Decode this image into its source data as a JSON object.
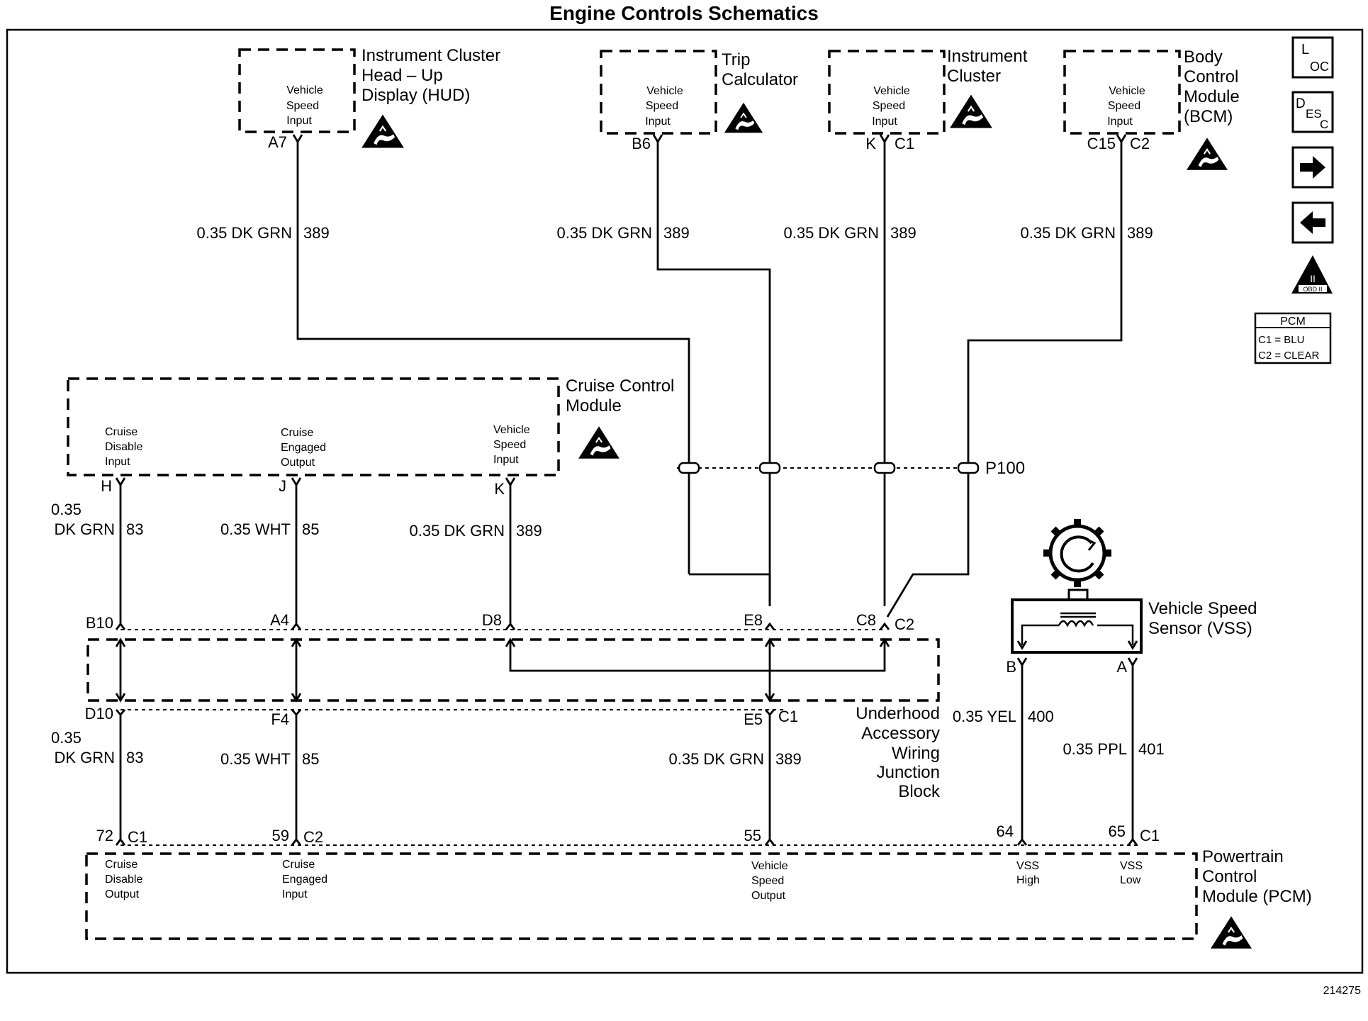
{
  "title": "Engine Controls Schematics",
  "figure_number": "214275",
  "nav": {
    "loc": {
      "main": "L",
      "sub": "OC"
    },
    "desc": {
      "main": "D",
      "sub": "ES",
      "sub2": "C"
    },
    "obd": "OBD II",
    "obd_roman": "II"
  },
  "pcm_legend": {
    "title": "PCM",
    "c1": "C1 = BLU",
    "c2": "C2 = CLEAR"
  },
  "components": {
    "hud": {
      "name_lines": [
        "Instrument Cluster",
        "Head – Up",
        "Display (HUD)"
      ],
      "input_lines": [
        "Vehicle",
        "Speed",
        "Input"
      ],
      "pin": "A7"
    },
    "trip": {
      "name_lines": [
        "Trip",
        "Calculator"
      ],
      "input_lines": [
        "Vehicle",
        "Speed",
        "Input"
      ],
      "pin": "B6"
    },
    "ic": {
      "name_lines": [
        "Instrument",
        "Cluster"
      ],
      "input_lines": [
        "Vehicle",
        "Speed",
        "Input"
      ],
      "pin": "K",
      "conn": "C1"
    },
    "bcm": {
      "name_lines": [
        "Body",
        "Control",
        "Module",
        "(BCM)"
      ],
      "input_lines": [
        "Vehicle",
        "Speed",
        "Input"
      ],
      "pin": "C15",
      "conn": "C2"
    },
    "ccm": {
      "name_lines": [
        "Cruise Control",
        "Module"
      ],
      "inputs": [
        {
          "lines": [
            "Cruise",
            "Disable",
            "Input"
          ],
          "pin": "H"
        },
        {
          "lines": [
            "Cruise",
            "Engaged",
            "Output"
          ],
          "pin": "J"
        },
        {
          "lines": [
            "Vehicle",
            "Speed",
            "Input"
          ],
          "pin": "K"
        }
      ]
    },
    "vss": {
      "name_lines": [
        "Vehicle Speed",
        "Sensor (VSS)"
      ],
      "pin_b": "B",
      "pin_a": "A"
    },
    "junction": {
      "name_lines": [
        "Underhood",
        "Accessory",
        "Wiring",
        "Junction",
        "Block"
      ],
      "top_pins": {
        "b10": "B10",
        "a4": "A4",
        "d8": "D8",
        "e8": "E8",
        "c8": "C8",
        "c2": "C2"
      },
      "bottom_pins": {
        "d10": "D10",
        "f4": "F4",
        "e5": "E5",
        "c1": "C1"
      }
    },
    "splice": "P100",
    "pcm": {
      "name_lines": [
        "Powertrain",
        "Control",
        "Module (PCM)"
      ],
      "inputs": [
        {
          "lines": [
            "Cruise",
            "Disable",
            "Output"
          ],
          "pin": "72",
          "conn": "C1"
        },
        {
          "lines": [
            "Cruise",
            "Engaged",
            "Input"
          ],
          "pin": "59",
          "conn": "C2"
        },
        {
          "lines": [
            "Vehicle",
            "Speed",
            "Output"
          ],
          "pin": "55"
        },
        {
          "lines": [
            "VSS",
            "High"
          ],
          "pin": "64"
        },
        {
          "lines": [
            "VSS",
            "Low"
          ],
          "pin": "65",
          "conn": "C1"
        }
      ]
    }
  },
  "wires": {
    "hud": {
      "color": "0.35 DK GRN",
      "circuit": "389"
    },
    "trip": {
      "color": "0.35 DK GRN",
      "circuit": "389"
    },
    "ic": {
      "color": "0.35 DK GRN",
      "circuit": "389"
    },
    "bcm": {
      "color": "0.35 DK GRN",
      "circuit": "389"
    },
    "ccm_h": {
      "gauge": "0.35",
      "color": "DK GRN",
      "circuit": "83"
    },
    "ccm_j": {
      "color": "0.35 WHT",
      "circuit": "85"
    },
    "ccm_k": {
      "color": "0.35 DK GRN",
      "circuit": "389"
    },
    "pcm_72": {
      "gauge": "0.35",
      "color": "DK GRN",
      "circuit": "83"
    },
    "pcm_59": {
      "color": "0.35 WHT",
      "circuit": "85"
    },
    "pcm_55": {
      "color": "0.35 DK GRN",
      "circuit": "389"
    },
    "vss_b": {
      "color": "0.35 YEL",
      "circuit": "400"
    },
    "vss_a": {
      "color": "0.35 PPL",
      "circuit": "401"
    }
  }
}
